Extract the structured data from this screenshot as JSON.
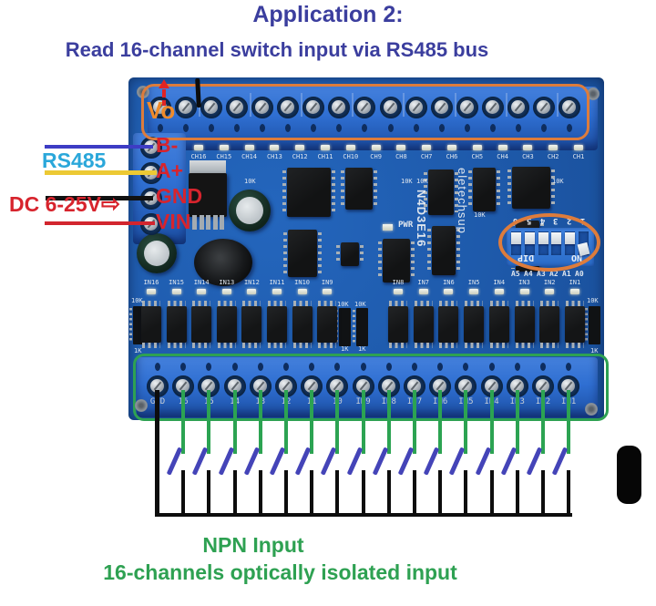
{
  "title": "Application 2:",
  "subtitle": "Read 16-channel switch input via RS485 bus",
  "captions": {
    "line1": "NPN Input",
    "line2": "16-channels optically isolated input"
  },
  "annotations": {
    "vo_label": "Vo",
    "rs485_label": "RS485",
    "dc_label": "DC 6-25V",
    "dc_arrow": "⇨",
    "left_port_labels": [
      "B-",
      "A+",
      "GND",
      "VIN"
    ]
  },
  "board": {
    "model": "N4D3E16",
    "brand": "eletechsup",
    "pwr_label": "PWR",
    "ch_led_labels": [
      "CH16",
      "CH15",
      "CH14",
      "CH13",
      "CH12",
      "CH11",
      "CH10",
      "CH9",
      "CH8",
      "CH7",
      "CH6",
      "CH5",
      "CH4",
      "CH3",
      "CH2",
      "CH1"
    ],
    "in_led_labels": [
      "IN16",
      "IN15",
      "IN14",
      "IN13",
      "IN12",
      "IN11",
      "IN10",
      "IN9",
      "IN8",
      "IN7",
      "IN6",
      "IN5",
      "IN4",
      "IN3",
      "IN2",
      "IN1"
    ],
    "bottom_terminal_labels": [
      "GND",
      "16",
      "15",
      "14",
      "13",
      "12",
      "11",
      "10",
      "IN9",
      "IN8",
      "IN7",
      "IN6",
      "IN5",
      "IN4",
      "IN3",
      "IN2",
      "IN1"
    ],
    "dip": {
      "numbers": [
        "6",
        "5",
        "4",
        "3",
        "2",
        "1"
      ],
      "dip_label": "DIP",
      "on_label": "NO",
      "address_labels": [
        "A5",
        "A4",
        "A3",
        "A2",
        "A1",
        "A0"
      ]
    },
    "silkscreen": {
      "r10k": "10K",
      "r1k": "1K"
    }
  },
  "colors": {
    "title_blue": "#3b3e9e",
    "caption_green": "#2ea152",
    "label_red": "#d7242d",
    "vo_orange": "#ef8b2b",
    "rs485_cyan": "#2aa7da",
    "outline_orange": "#dd7c3c",
    "wire_green": "#2ca352",
    "lever_blue": "#4444b8",
    "wire_yellow": "#ecc934",
    "wire_blue": "#3d3cc4",
    "wire_red": "#d2252e",
    "wire_black": "#111111",
    "pcb_blue": "#1e5aab",
    "terminal_blue": "#2f6fd2"
  }
}
